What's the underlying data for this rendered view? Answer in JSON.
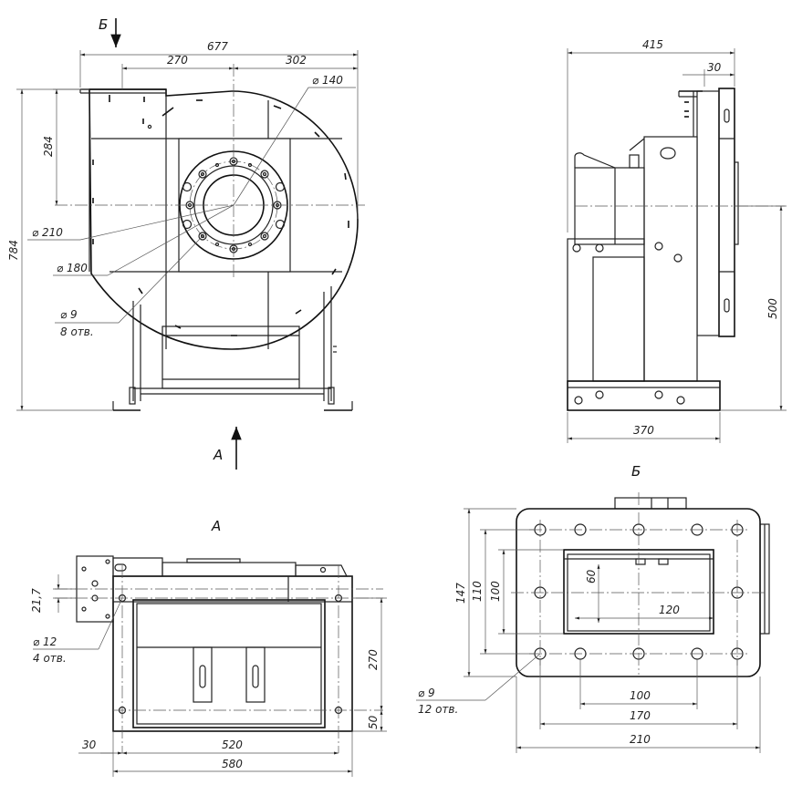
{
  "views": {
    "b_marker": "Б",
    "a_marker": "А",
    "view_a_title": "А",
    "view_b_title": "Б"
  },
  "front": {
    "dim_677": "677",
    "dim_270": "270",
    "dim_302": "302",
    "dim_284": "284",
    "dim_784": "784",
    "d140": "⌀ 140",
    "d210": "⌀ 210",
    "d180": "⌀ 180",
    "d9": "⌀ 9",
    "holes8": "8 отв."
  },
  "side": {
    "dim_415": "415",
    "dim_30": "30",
    "dim_500": "500",
    "dim_370": "370"
  },
  "bottom_a": {
    "dim_217": "21,7",
    "d12": "⌀ 12",
    "holes4": "4 отв.",
    "dim_270": "270",
    "dim_50": "50",
    "dim_30": "30",
    "dim_520": "520",
    "dim_580": "580"
  },
  "flange_b": {
    "dim_147": "147",
    "dim_110": "110",
    "dim_100v": "100",
    "dim_60": "60",
    "dim_120": "120",
    "dim_100h": "100",
    "dim_170": "170",
    "dim_210": "210",
    "d9": "⌀ 9",
    "holes12": "12 отв."
  }
}
